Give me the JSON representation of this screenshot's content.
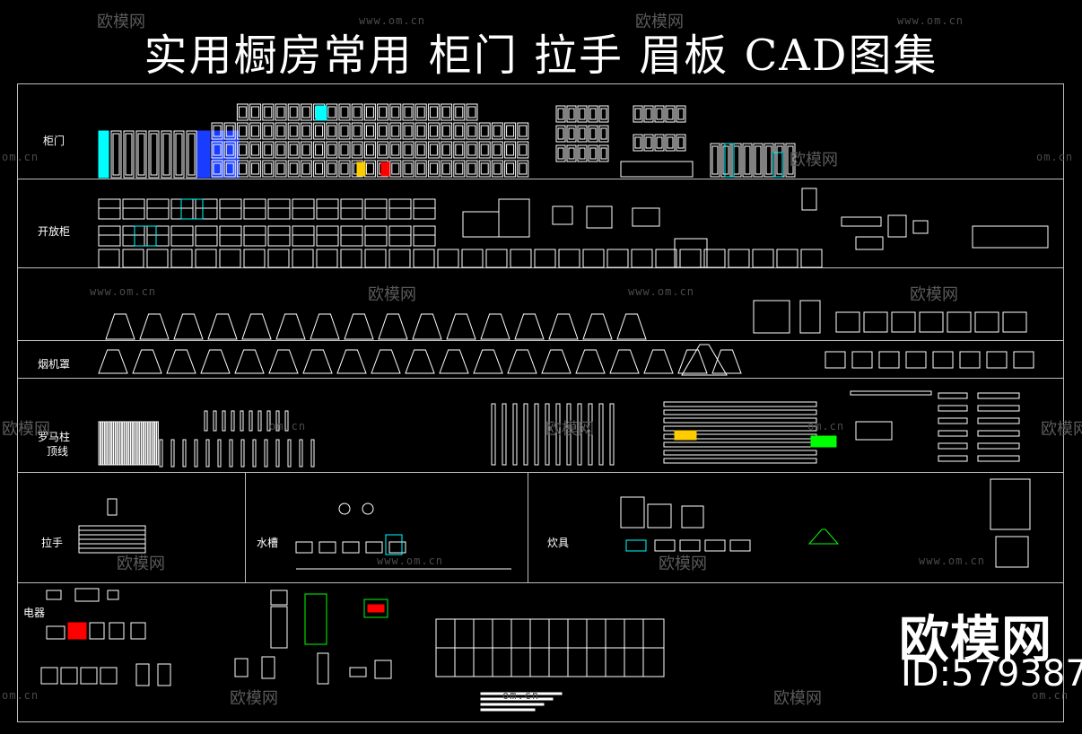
{
  "title": "实用橱房常用 柜门 拉手 眉板 CAD图集",
  "sections": {
    "cabinet_doors": "柜门",
    "open_cabinet": "开放柜",
    "range_hood": "烟机罩",
    "roman_column": "罗马柱",
    "top_line": "顶线",
    "handle": "拉手",
    "sink": "水槽",
    "stove": "炊具",
    "appliance": "电器"
  },
  "watermark": {
    "brand": "欧模网",
    "url": "www.om.cn",
    "url_short": "om.cn"
  },
  "logo": {
    "brand": "欧模网",
    "id": "ID:579387"
  },
  "colors": {
    "background": "#000000",
    "line": "#ffffff",
    "cyan": "#00ffff",
    "blue": "#1a3cff",
    "green": "#00ff00",
    "red": "#ff0000",
    "yellow": "#ffcc00"
  }
}
